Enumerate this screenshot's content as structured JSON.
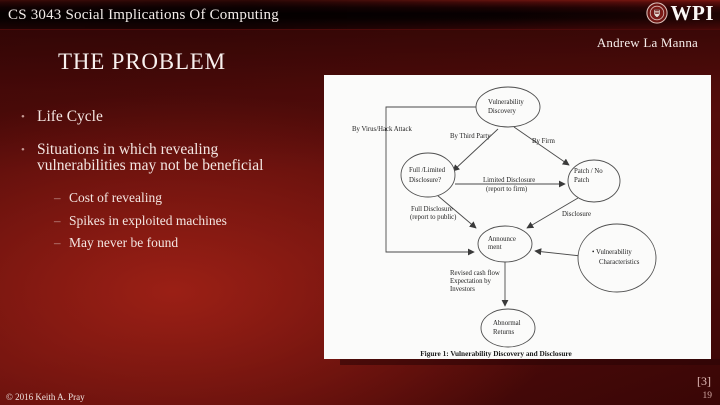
{
  "colors": {
    "slide_accent": "#7c1511",
    "header_text": "#f3ece9",
    "body_text": "#f4e6e2",
    "citation_text": "#e3bcb8",
    "figure_bg": "#fbfbfa"
  },
  "header": {
    "course": "CS 3043 Social Implications Of Computing",
    "logo": "WPI",
    "author": "Andrew La Manna"
  },
  "slide": {
    "title": "THE PROBLEM",
    "bullet_marker": "•",
    "sub_marker": "–",
    "bullets": [
      {
        "text": "Life Cycle"
      },
      {
        "text": "Situations in which revealing vulnerabilities may not be beneficial"
      }
    ],
    "sub_bullets": [
      {
        "text": "Cost of revealing"
      },
      {
        "text": "Spikes in exploited machines"
      },
      {
        "text": "May never be found"
      }
    ]
  },
  "figure": {
    "caption": "Figure 1: Vulnerability Discovery and Disclosure",
    "nodes": {
      "vulnerability_discovery": {
        "line1": "Vulnerability",
        "line2": "Discovery"
      },
      "full_limited_disclosure": {
        "line1": "Full /Limited",
        "line2": "Disclosure?"
      },
      "patch_no_patch": {
        "line1": "Patch / No",
        "line2": "Patch"
      },
      "announcement": {
        "line1": "Announce",
        "line2": "ment"
      },
      "vulnerability_characteristics": {
        "line1": "•  Vulnerability",
        "line2": "Characteristics"
      },
      "abnormal_returns": {
        "line1": "Abnormal",
        "line2": "Returns"
      }
    },
    "labels": {
      "by_virus": "By Virus/Hack Attack",
      "by_third_party": "By Third Party",
      "by_firm": "By Firm",
      "limited_1": "Limited Disclosure",
      "limited_2": "(report to firm)",
      "full_1": "Full Disclosure",
      "full_2": "(report to public)",
      "disclosure": "Disclosure",
      "revised_1": "Revised cash flow",
      "revised_2": "Expectation by",
      "revised_3": "Investors"
    }
  },
  "footer": {
    "copyright": "© 2016 Keith A. Pray",
    "citation": "[3]",
    "page": "19"
  }
}
